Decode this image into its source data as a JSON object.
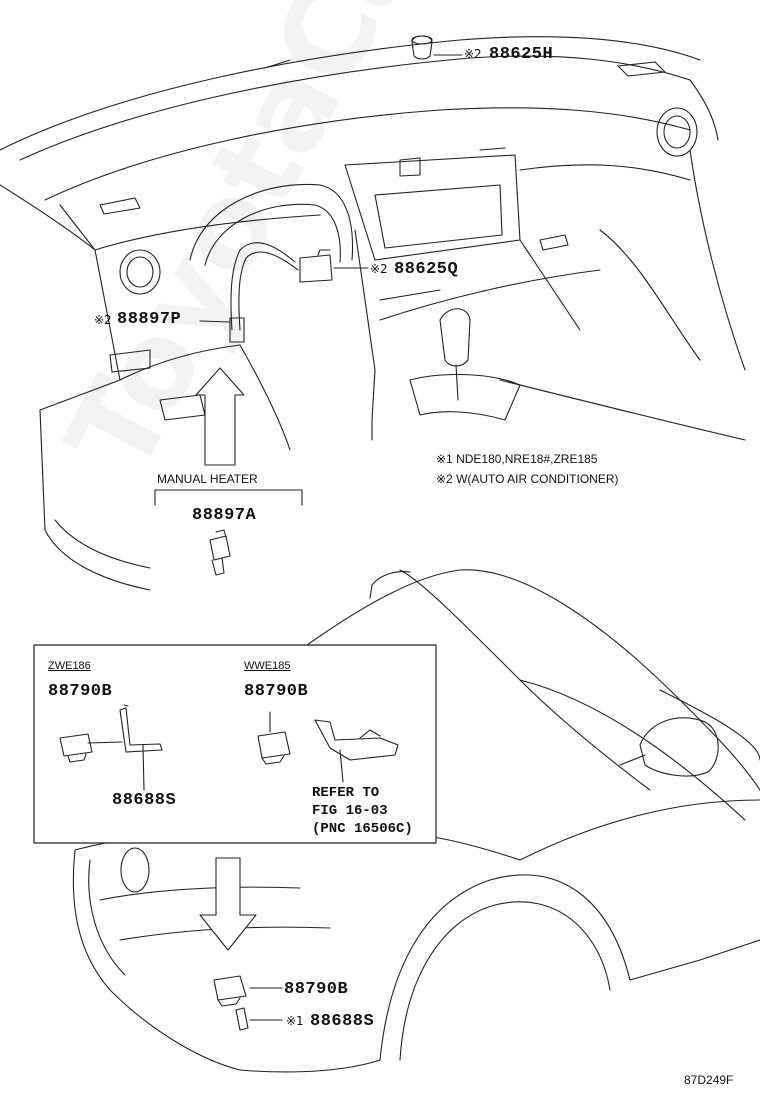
{
  "parts": {
    "p88625H": "88625H",
    "p88625Q": "88625Q",
    "p88897P": "88897P",
    "p88897A": "88897A",
    "p88790B_zwe": "88790B",
    "p88790B_wwe": "88790B",
    "p88688S_zwe": "88688S",
    "p88790B_front": "88790B",
    "p88688S_front": "88688S"
  },
  "marks": {
    "m2_88625H": "※2",
    "m2_88625Q": "※2",
    "m2_88897P": "※2",
    "m1_88688S": "※1"
  },
  "notes": {
    "note1": "※1 NDE180,NRE18#,ZRE185",
    "note2": "※2 W(AUTO AIR CONDITIONER)"
  },
  "manual_heater": "MANUAL HEATER",
  "inset": {
    "zwe_label": "ZWE186",
    "wwe_label": "WWE185",
    "refer_line1": "REFER TO",
    "refer_line2": "FIG 16-03",
    "refer_line3": "(PNC 16506C)"
  },
  "diagram_code": "87D249F",
  "watermark": "ToyotaCarMine.ru"
}
